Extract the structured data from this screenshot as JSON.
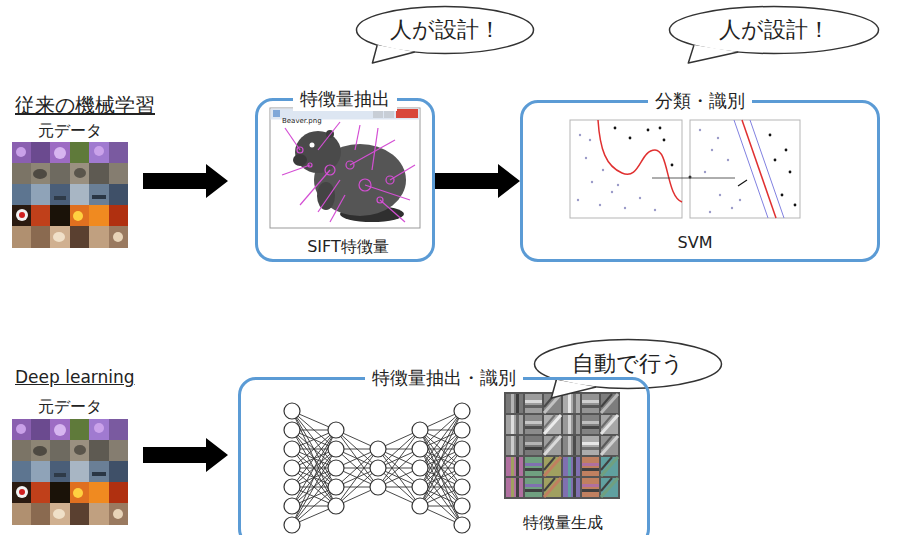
{
  "diagram": {
    "nodes": [
      {
        "text": [
          "人が設計！"
        ]
      },
      {
        "text": [
          "人が設計！"
        ]
      },
      {
        "text": [
          "特徴量抽出",
          "SIFT特徴量"
        ]
      },
      {
        "text": [
          "分類・識別",
          "SVM"
        ]
      },
      {
        "text": [
          "自動で行う"
        ]
      },
      {
        "text": [
          "特徴量抽出・識別",
          "特徴量生成"
        ]
      }
    ],
    "edges": [
      {
        "from": 2,
        "to": 3,
        "arrow": "to"
      }
    ],
    "labels": [
      "従来の機械学習",
      "元データ",
      "Deep learning",
      "元データ",
      "Beaver.png"
    ]
  }
}
